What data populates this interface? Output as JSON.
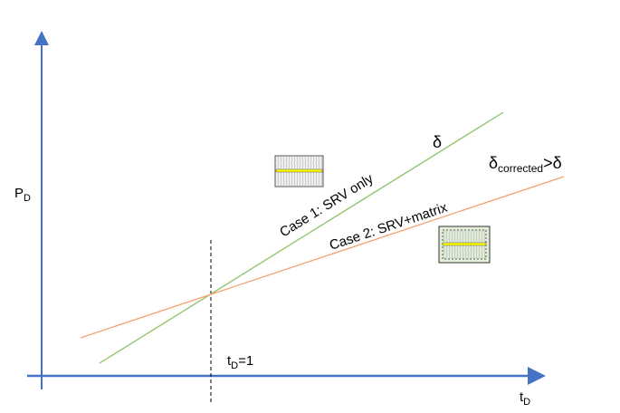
{
  "axes": {
    "y_label": "P",
    "y_label_sub": "D",
    "x_label": "t",
    "x_label_sub": "D"
  },
  "marker": {
    "label": "t",
    "label_sub": "D",
    "label_suffix": "=1"
  },
  "lines": {
    "case1": {
      "label": "Case 1: SRV only",
      "end_label": "δ",
      "color": "#8fc46a"
    },
    "case2": {
      "label": "Case 2: SRV+matrix",
      "end_label_main": "δ",
      "end_label_sub": "corrected",
      "end_label_suffix": ">δ",
      "color": "#f4a070"
    }
  },
  "colors": {
    "axis": "#4472c4",
    "fracture": "#ffff00",
    "matrix_fill": "#e2f0d9"
  }
}
